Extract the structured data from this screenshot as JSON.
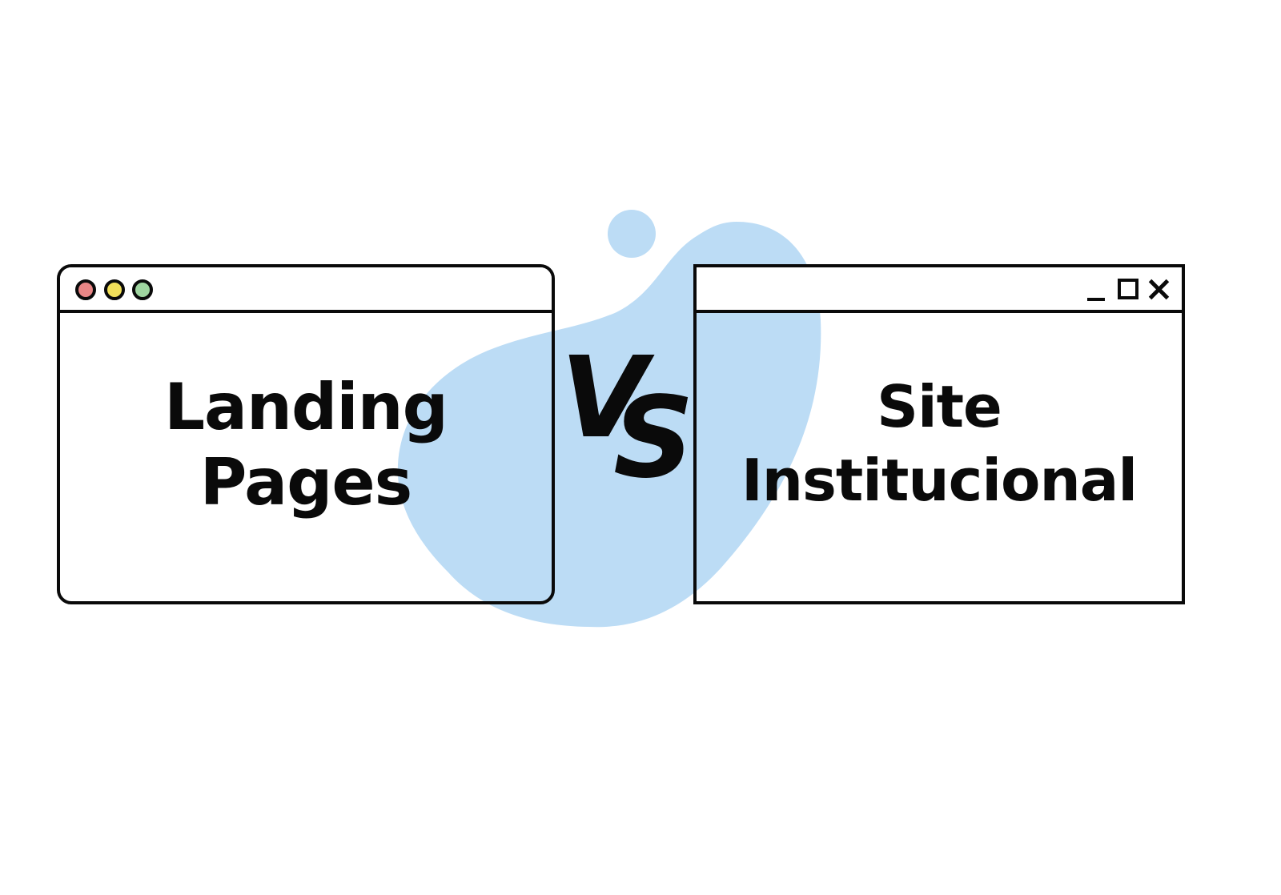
{
  "colors": {
    "blob": "#bcdcf5",
    "stroke": "#0a0a0a",
    "background": "#ffffff",
    "dot_red": "#e98686",
    "dot_yellow": "#f2e05a",
    "dot_green": "#9fd5a0"
  },
  "left_window": {
    "style": "mac",
    "title_dots": [
      "close-dot-red",
      "minimize-dot-yellow",
      "maximize-dot-green"
    ],
    "label_line1": "Landing",
    "label_line2": "Pages"
  },
  "versus": {
    "v": "V",
    "s": "S"
  },
  "right_window": {
    "style": "windows",
    "controls": [
      "minimize-icon",
      "maximize-icon",
      "close-icon"
    ],
    "label_line1": "Site",
    "label_line2": "Institucional"
  }
}
